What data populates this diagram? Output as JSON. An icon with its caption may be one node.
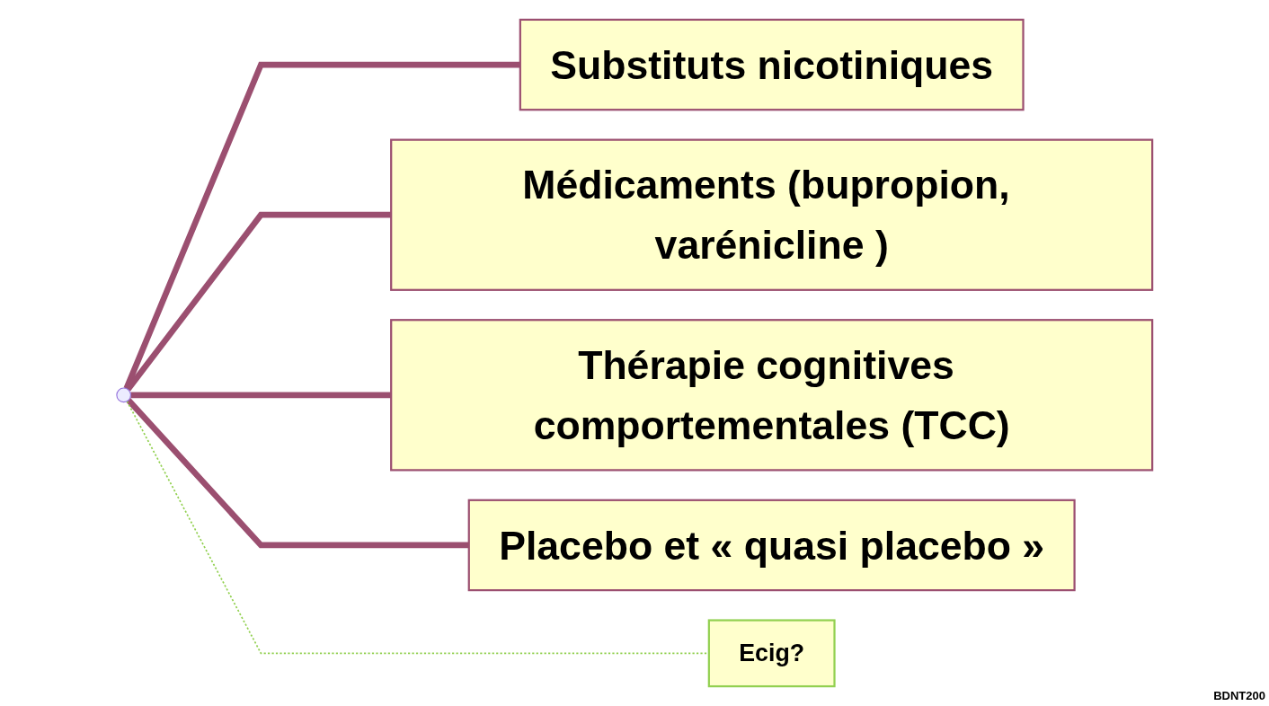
{
  "diagram": {
    "nodes": [
      {
        "text": [
          "Substituts nicotiniques"
        ]
      },
      {
        "text": [
          "Médicaments (bupropion, varénicline )"
        ]
      },
      {
        "text": [
          "Thérapie cognitives comportementales (TCC)"
        ]
      },
      {
        "text": [
          "Placebo et « quasi placebo »"
        ]
      },
      {
        "text": [
          "Ecig?"
        ]
      }
    ],
    "edges": [
      {
        "from": null,
        "to": 0,
        "arrow": "none"
      },
      {
        "from": null,
        "to": 1,
        "arrow": "none"
      },
      {
        "from": null,
        "to": 2,
        "arrow": "none"
      },
      {
        "from": null,
        "to": 3,
        "arrow": "none"
      },
      {
        "from": null,
        "to": 4,
        "arrow": "none",
        "style": "dashed",
        "color": "#92d050"
      }
    ],
    "labels": [
      "BDNT200"
    ]
  }
}
